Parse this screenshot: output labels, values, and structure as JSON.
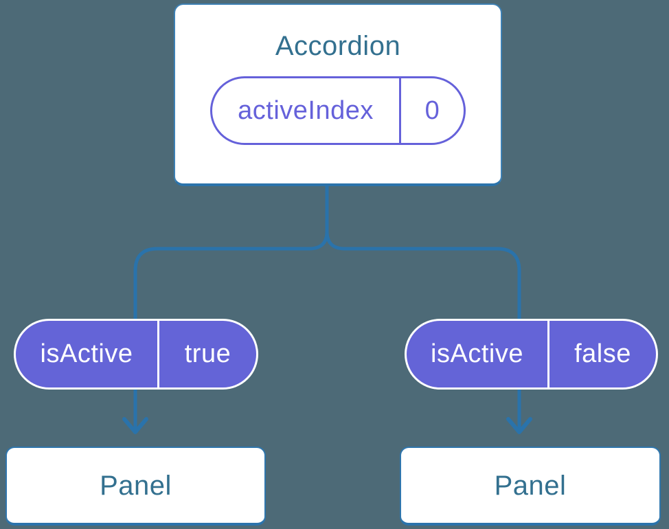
{
  "colors": {
    "background": "#4d6a77",
    "connector_blue": "#2a73ab",
    "node_fill": "#ffffff",
    "node_border_blue": "#2f76ad",
    "node_text_teal": "#33708f",
    "prop_pill_purple": "#6464d7",
    "state_accent_purple": "#6561da",
    "prop_pill_text": "#ffffff"
  },
  "tree": {
    "root": {
      "title": "Accordion",
      "state": {
        "name": "activeIndex",
        "value": "0"
      }
    },
    "children": [
      {
        "prop": {
          "name": "isActive",
          "value": "true"
        },
        "title": "Panel"
      },
      {
        "prop": {
          "name": "isActive",
          "value": "false"
        },
        "title": "Panel"
      }
    ]
  }
}
